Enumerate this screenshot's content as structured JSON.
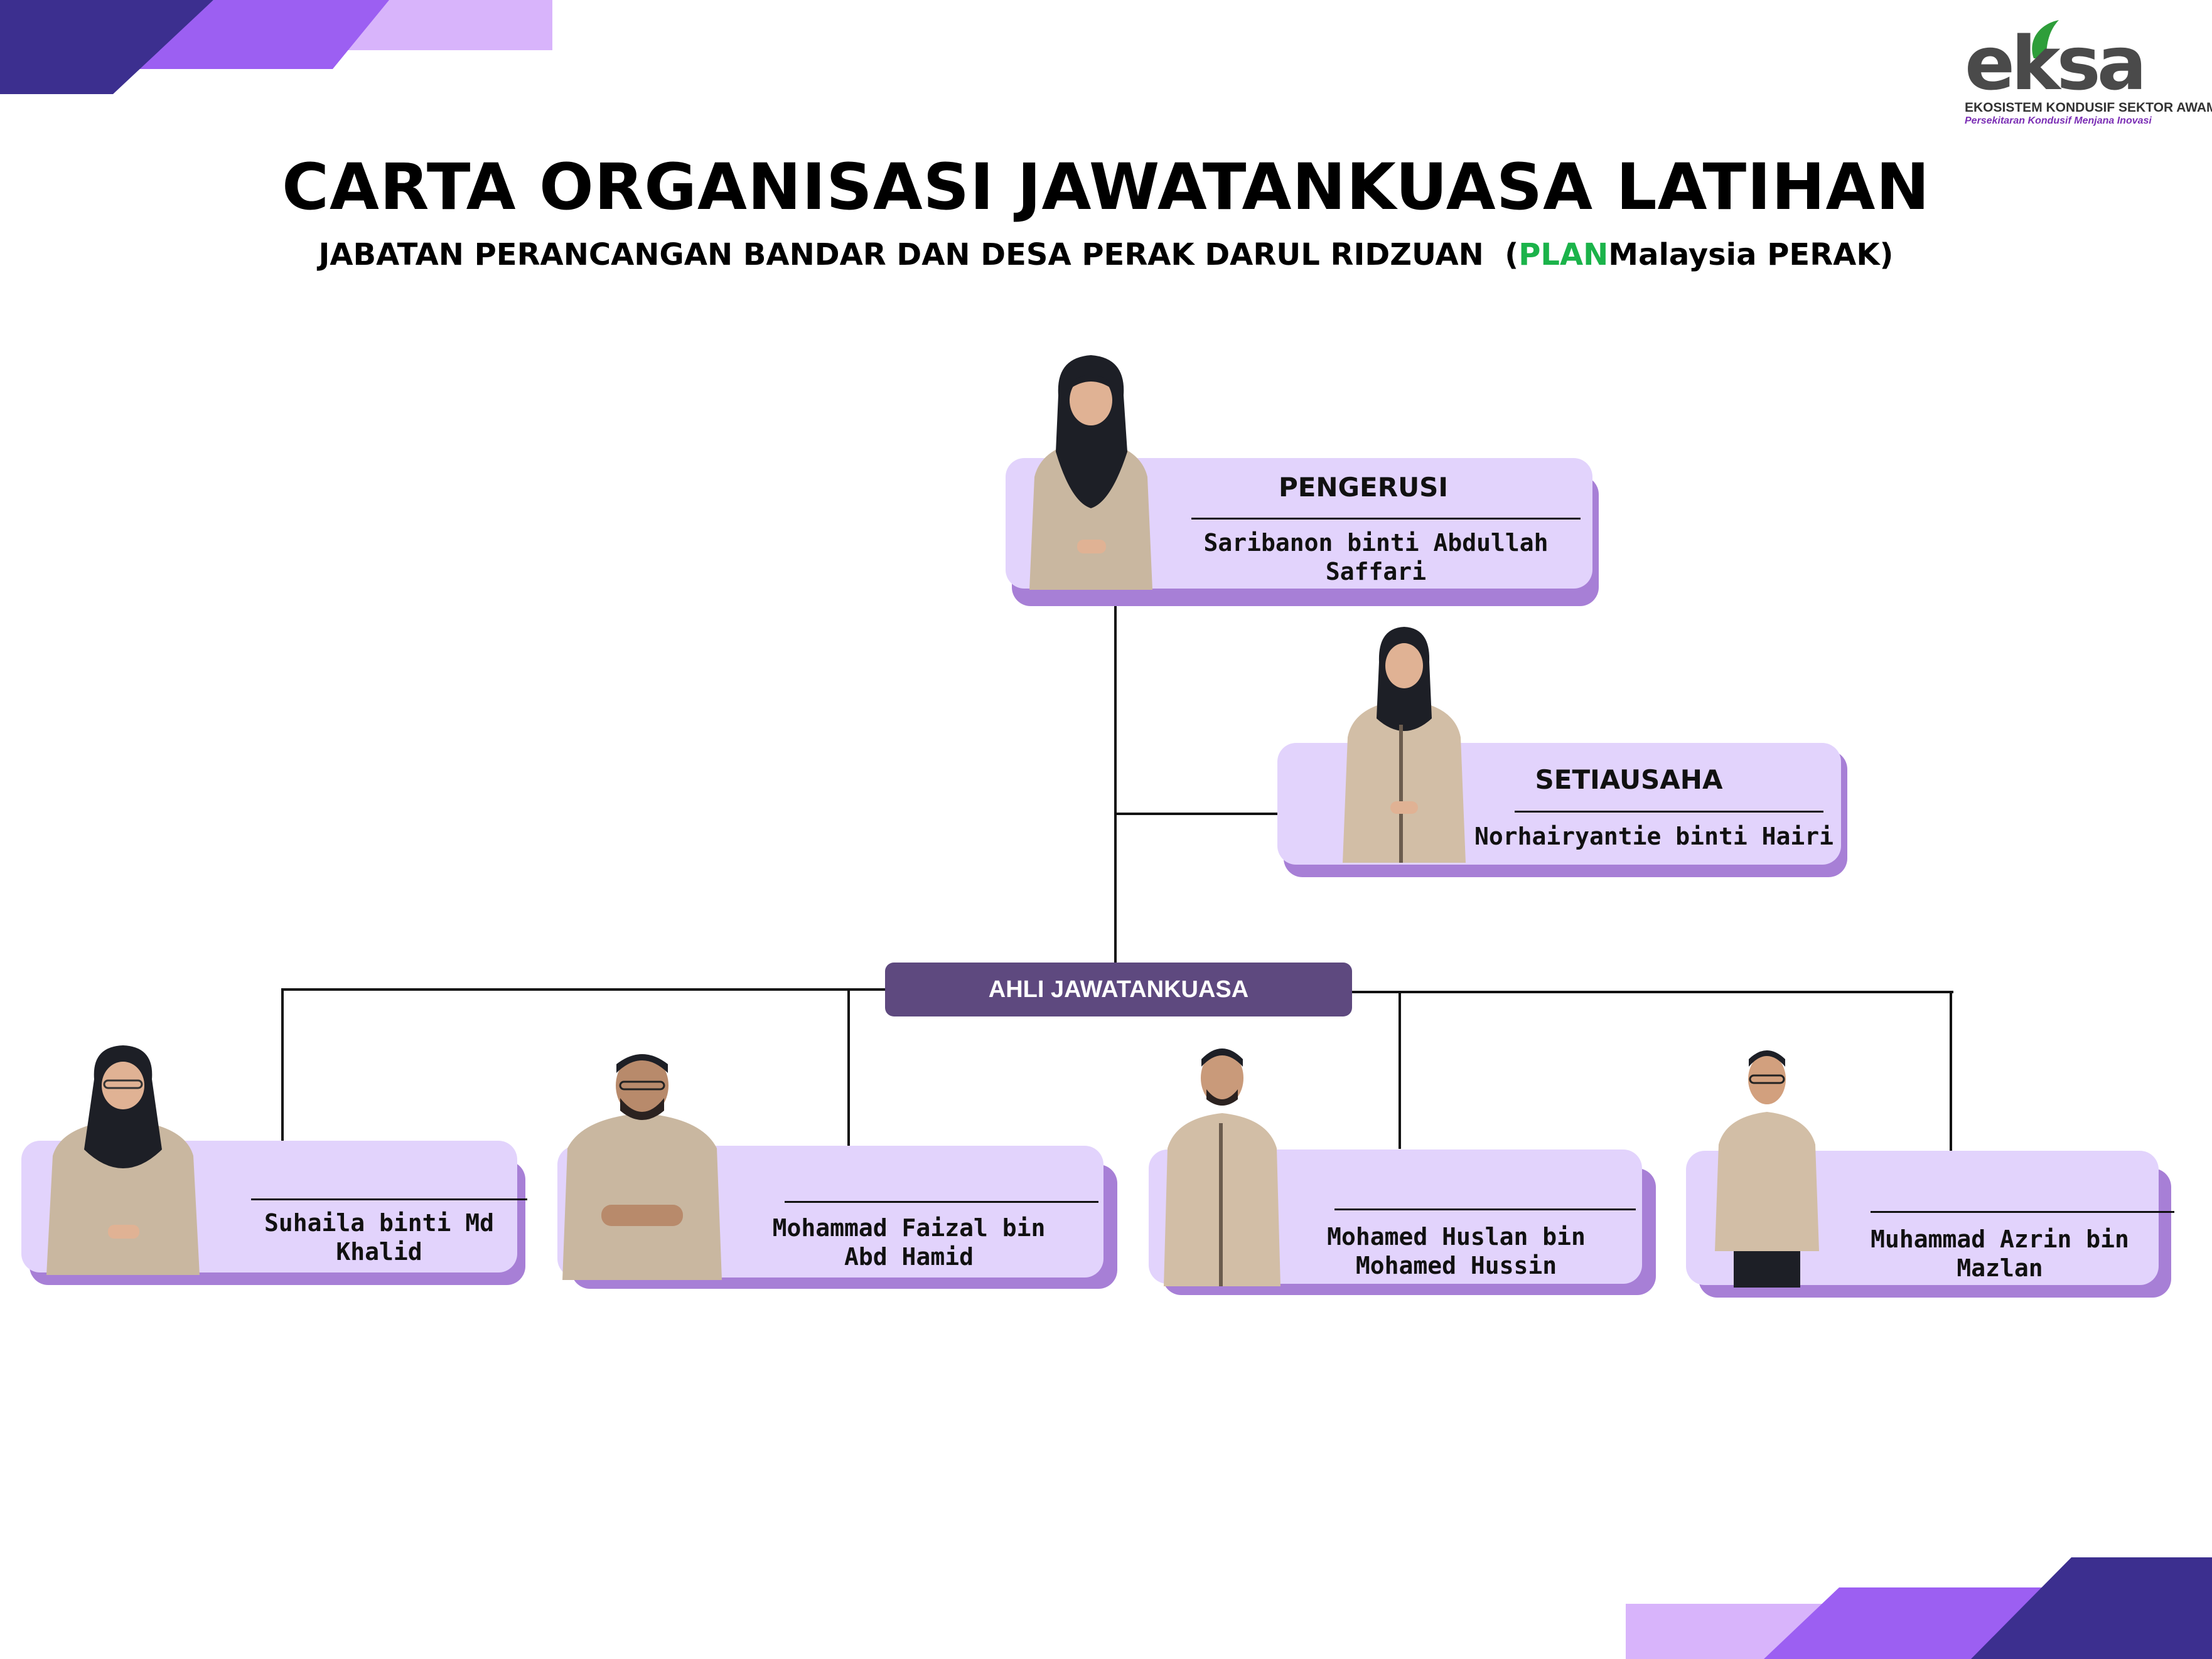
{
  "title": "CARTA ORGANISASI JAWATANKUASA LATIHAN",
  "subtitle": {
    "main": "JABATAN PERANCANGAN BANDAR DAN DESA PERAK DARUL RIDZUAN",
    "paren_open": "(",
    "plan": "PLAN",
    "malaysia": "Malaysia PERAK)"
  },
  "logo": {
    "word": "eksa",
    "line1": "EKOSISTEM KONDUSIF SEKTOR AWAM",
    "line2": "Persekitaran Kondusif Menjana Inovasi"
  },
  "chairman": {
    "role": "PENGERUSI",
    "name": "Saribanon binti Abdullah Saffari"
  },
  "secretary": {
    "role": "SETIAUSAHA",
    "name": "Norhairyantie binti Hairi"
  },
  "committee": {
    "label": "AHLI JAWATANKUASA",
    "members": [
      {
        "name": "Suhaila binti Md Khalid"
      },
      {
        "name": "Mohammad Faizal bin Abd Hamid"
      },
      {
        "name": "Mohamed Huslan bin Mohamed Hussin"
      },
      {
        "name": "Muhammad Azrin bin Mazlan"
      }
    ]
  },
  "colors": {
    "card": "#e2d3fc",
    "card_shadow": "#a77fd6",
    "pill": "#5e497f",
    "accent_dark": "#3c2f8f",
    "accent_mid": "#9c5ff2",
    "accent_light": "#d8b4fb",
    "plan_green": "#1bb34a"
  }
}
